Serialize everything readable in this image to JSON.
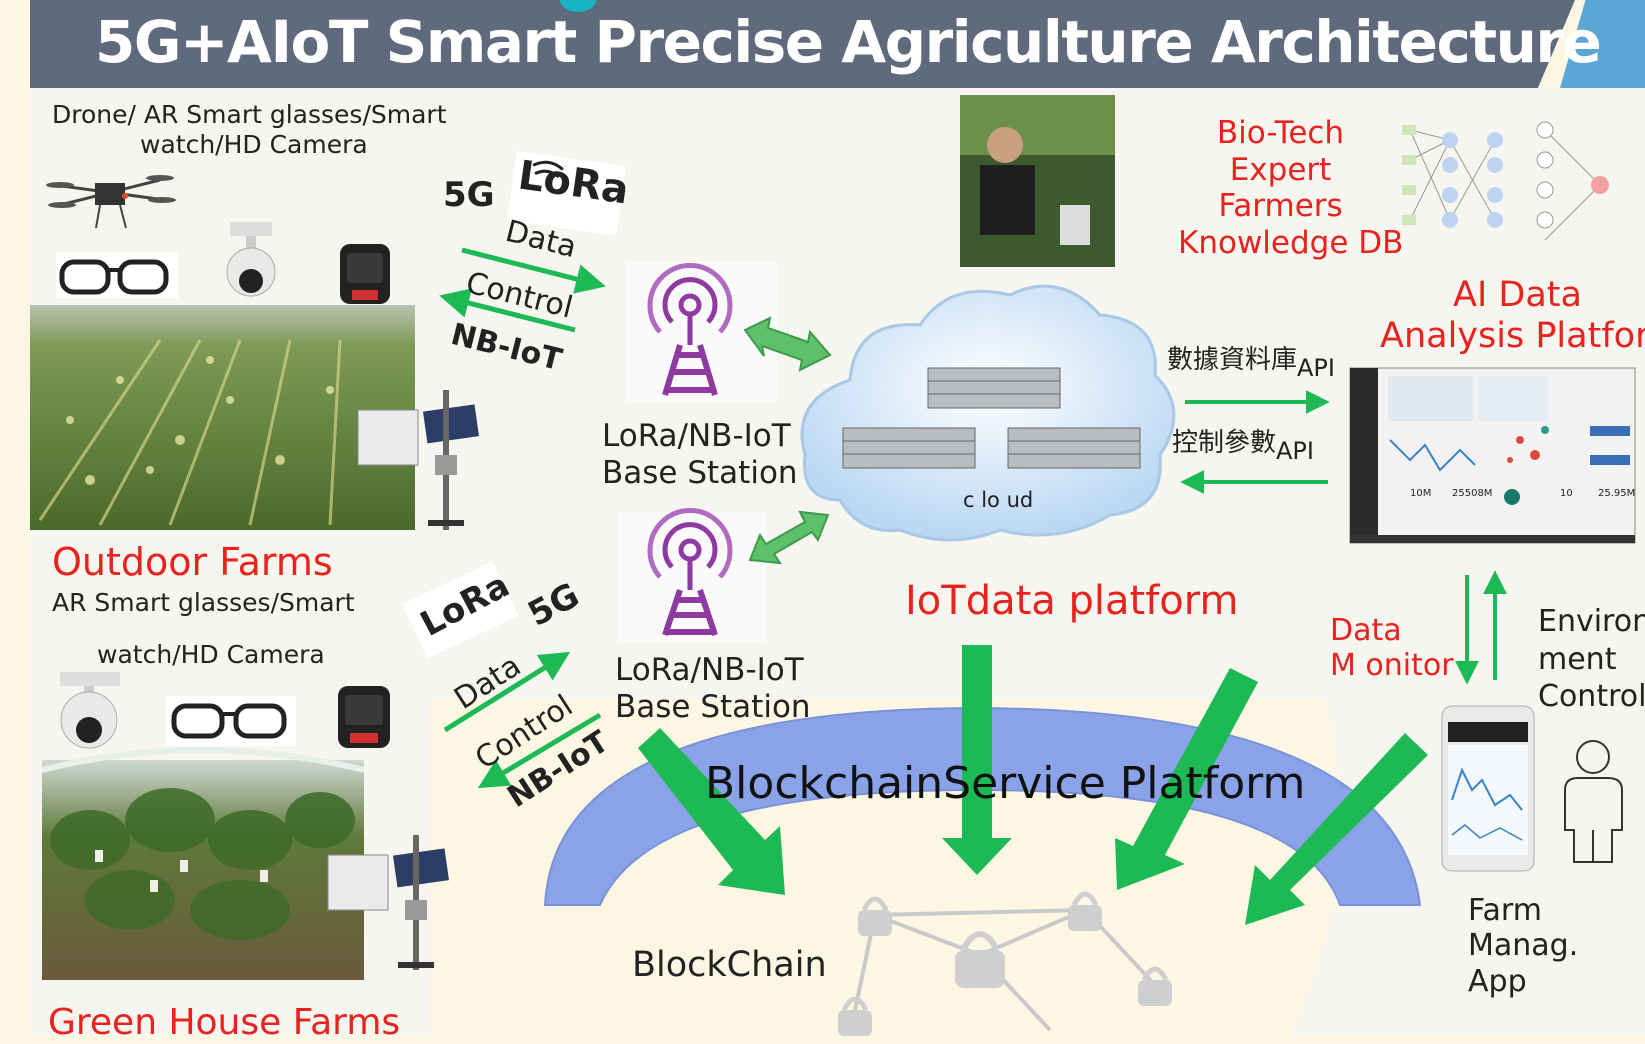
{
  "title": "5G+AIoT Smart Precise Agriculture Architecture",
  "top_devices_label": [
    "Drone/ AR Smart glasses/Smart",
    "watch/HD Camera"
  ],
  "bottom_devices_label": [
    "AR Smart glasses/Smart",
    "watch/HD Camera"
  ],
  "outdoor_farms": "Outdoor Farms",
  "green_house_farms": "Green House Farms",
  "upper_link": {
    "g5": "5G",
    "lora": "LoRa",
    "data": "Data",
    "control": "Control",
    "nbiot": "NB-IoT"
  },
  "lower_link": {
    "g5": "5G",
    "lora": "LoRa",
    "data": "Data",
    "control": "Control",
    "nbiot": "NB-IoT"
  },
  "base_station_top": [
    "LoRa/NB-IoT",
    "Base Station"
  ],
  "base_station_bottom": [
    "LoRa/NB-IoT",
    "Base Station"
  ],
  "cloud_label": "c lo ud",
  "iot_platform": "IoTdata platform",
  "db_api": {
    "main": "數據資料庫",
    "sub": "API"
  },
  "control_api": {
    "main": "控制參數",
    "sub": "API"
  },
  "knowledge_db": [
    "Bio-Tech",
    "Expert",
    "Farmers",
    "Knowledge DB"
  ],
  "ai_platform": [
    "AI Data",
    "Analysis Platform"
  ],
  "data_monitor": [
    "Data",
    "M onitor"
  ],
  "environment_control": [
    "Environ",
    "ment",
    "Control"
  ],
  "farm_app": [
    "Farm",
    "Manag.",
    "App"
  ],
  "blockchain_service": "BlockchainService Platform",
  "blockchain": "BlockChain",
  "dashboard_values": [
    "10M",
    "25508M",
    "10",
    "25.95M"
  ],
  "colors": {
    "title_bar": "#5f6b7d",
    "red": "#e8221d",
    "green_arrow": "#1db954",
    "arc_blue": "#8aa2e8",
    "tower_purple": "#8e3aa0"
  }
}
